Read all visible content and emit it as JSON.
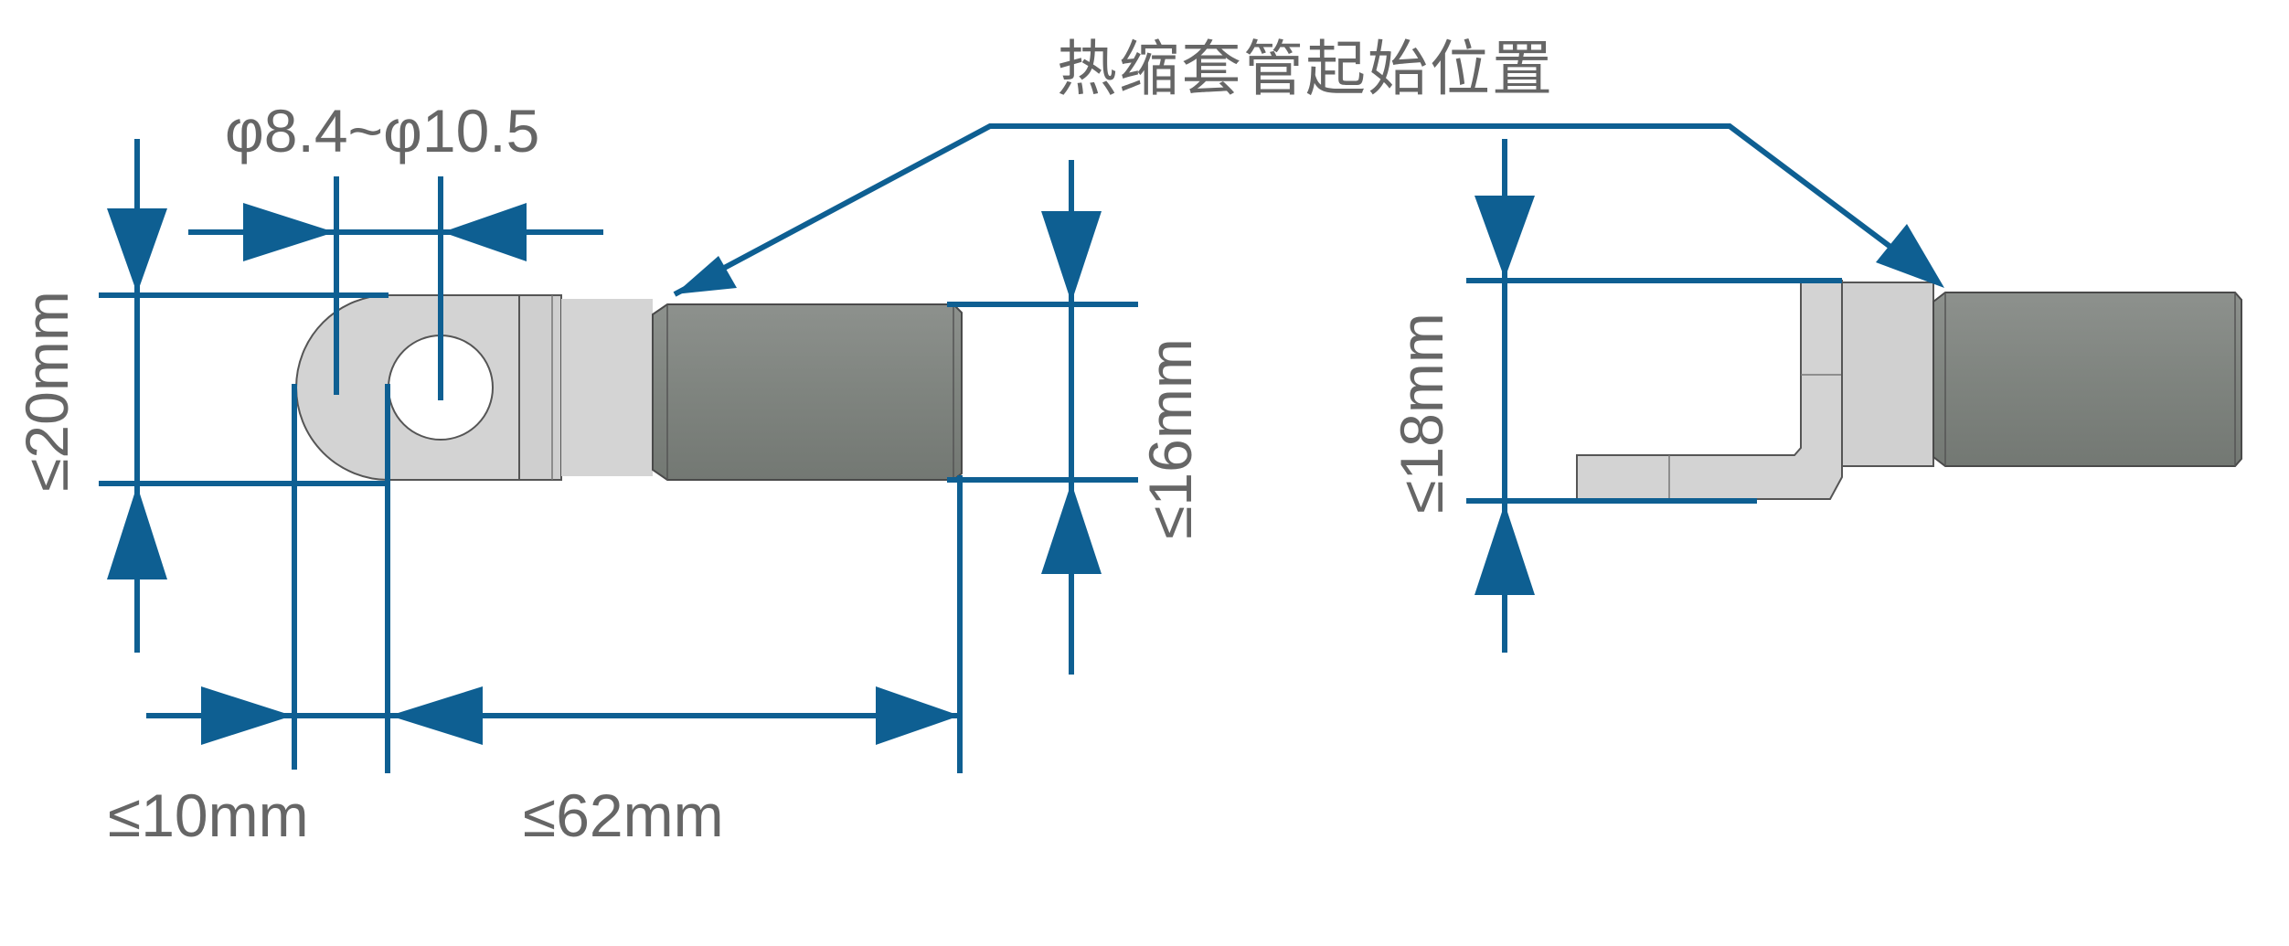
{
  "title": "热缩套管起始位置",
  "labels": {
    "hole_range": "φ8.4~φ10.5",
    "width_left": "≤20mm",
    "offset_bottom": "≤10mm",
    "length_bottom": "≤62mm",
    "sleeve_diameter": "≤16mm",
    "width_right": "≤18mm"
  },
  "colors": {
    "dimension_line": "#0e5f92",
    "terminal_metal": "#d2d2d2",
    "heat_shrink_sleeve": "#828782",
    "outline": "#555555",
    "text": "#666666"
  }
}
